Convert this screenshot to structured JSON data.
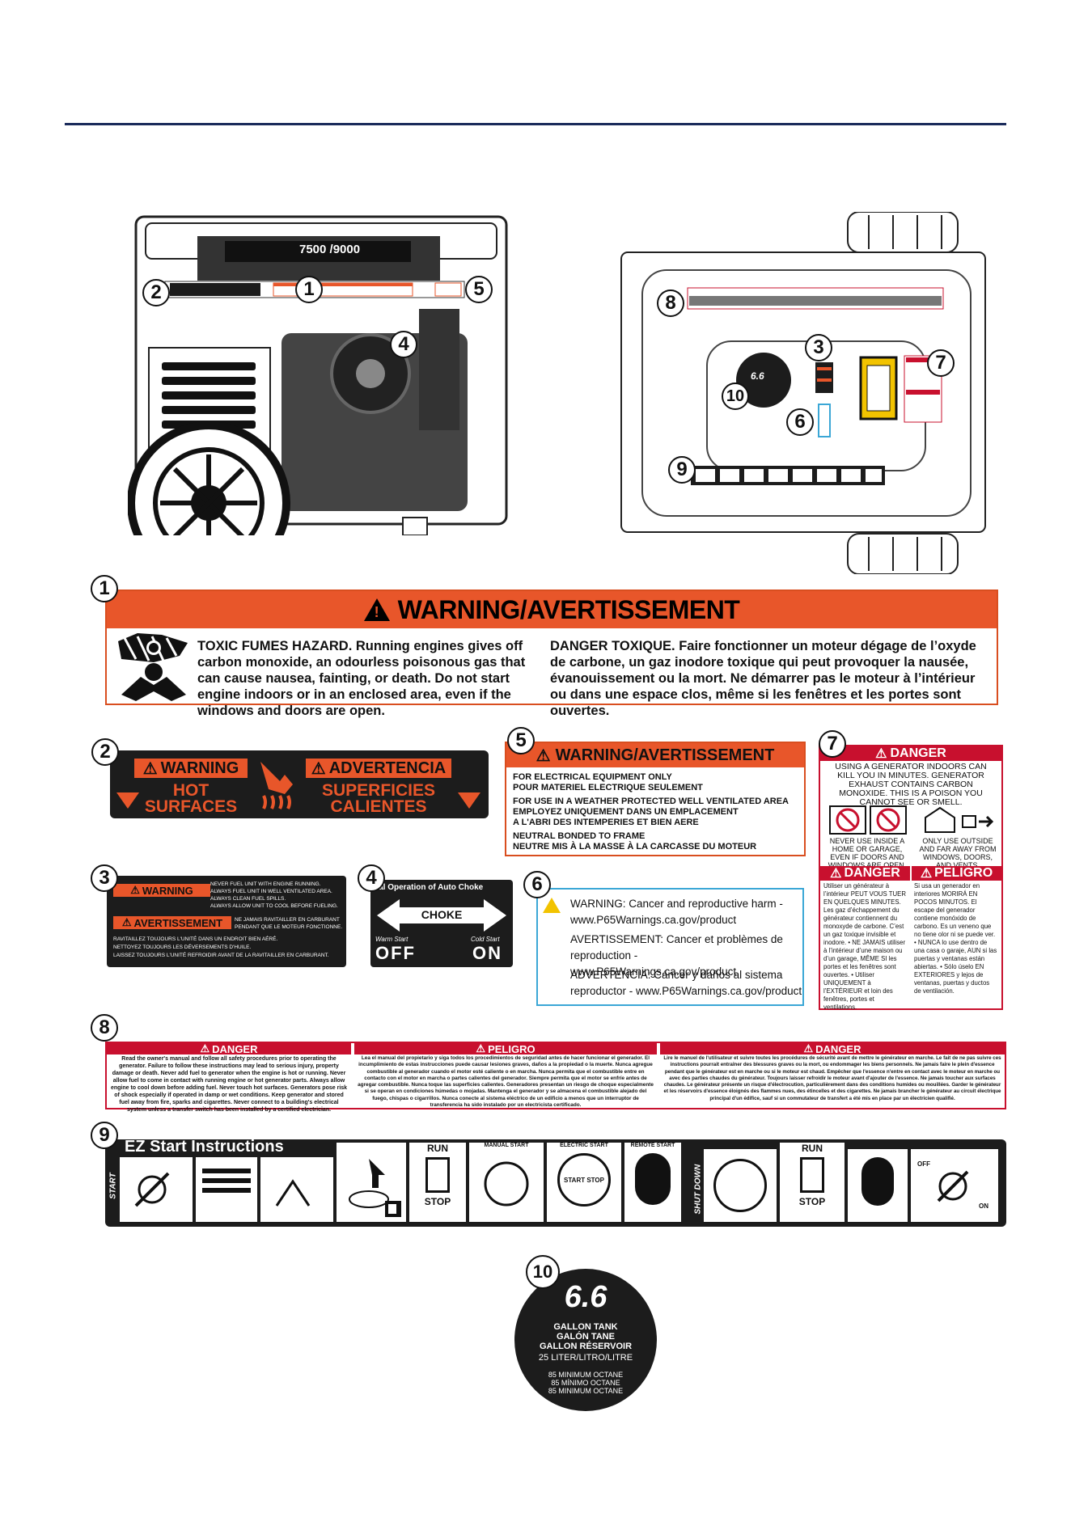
{
  "callouts": [
    "1",
    "2",
    "3",
    "4",
    "5",
    "6",
    "7",
    "8",
    "9",
    "10"
  ],
  "diagram": {
    "front_panel_text": "7500 /9000",
    "tank_cap_text": "6.6"
  },
  "label1": {
    "title": "WARNING/AVERTISSEMENT",
    "en": "TOXIC FUMES HAZARD. Running engines gives off carbon monoxide, an odourless poisonous gas that can cause nausea, fainting, or death. Do not start engine indoors or in an enclosed area, even if the windows and doors are open.",
    "fr": "DANGER TOXIQUE. Faire fonctionner un moteur dégage de l’oxyde de carbone, un gaz inodore toxique qui peut provoquer la nausée, évanouissement ou la mort. Ne démarrer pas le moteur à l’intérieur ou dans une espace clos, même si les fenêtres et les portes sont ouvertes."
  },
  "label2": {
    "warning": "WARNING",
    "hot1": "HOT",
    "hot2": "SURFACES",
    "advertencia": "ADVERTENCIA",
    "sup1": "SUPERFICIES",
    "sup2": "CALIENTES"
  },
  "label5": {
    "title": "WARNING/AVERTISSEMENT",
    "lines": [
      "FOR ELECTRICAL EQUIPMENT ONLY",
      "POUR MATERIEL ELECTRIQUE SEULEMENT",
      "FOR USE IN A WEATHER PROTECTED WELL VENTILATED AREA",
      "EMPLOYEZ UNIQUEMENT DANS UN EMPLACEMENT",
      "A L'ABRI DES INTEMPERIES ET BIEN AERE",
      "NEUTRAL BONDED TO FRAME",
      "NEUTRE MIS À LA MASSE À LA CARCASSE DU MOTEUR"
    ]
  },
  "label7": {
    "danger": "DANGER",
    "intro": "USING A GENERATOR INDOORS CAN KILL YOU IN MINUTES. GENERATOR EXHAUST CONTAINS CARBON MONOXIDE. THIS IS A POISON YOU CANNOT SEE OR SMELL.",
    "never": "NEVER USE INSIDE A HOME OR GARAGE, EVEN IF DOORS AND WINDOWS ARE OPEN.",
    "only": "ONLY USE OUTSIDE AND FAR AWAY FROM WINDOWS, DOORS, AND VENTS.",
    "danger_fr": "DANGER",
    "peligro": "PELIGRO",
    "fr_text": "Utiliser un générateur à l’intérieur PEUT VOUS TUER EN QUELQUES MINUTES. Les gaz d’échappement du générateur contiennent du monoxyde de carbone. C’est un gaz toxique invisible et inodore. • NE JAMAIS utiliser à l’intérieur d’une maison ou d’un garage, MÊME SI les portes et les fenêtres sont ouvertes. • Utiliser UNIQUEMENT à l’EXTÉRIEUR et loin des fenêtres, portes et ventilations.",
    "es_text": "Si usa un generador en interiores MORIRÁ EN POCOS MINUTOS. El escape del generador contiene monóxido de carbono. Es un veneno que no tiene olor ni se puede ver. • NUNCA lo use dentro de una casa o garaje, AUN si las puertas y ventanas están abiertas. • Sólo úselo EN EXTERIORES y lejos de ventanas, puertas y ductos de ventilación."
  },
  "label3": {
    "warning": "WARNING",
    "avertissement": "AVERTISSEMENT",
    "en_lines": [
      "NEVER FUEL UNIT WITH ENGINE RUNNING.",
      "ALWAYS FUEL UNIT IN WELL VENTILATED AREA.",
      "ALWAYS CLEAN FUEL SPILLS.",
      "ALWAYS ALLOW UNIT TO COOL BEFORE FUELING."
    ],
    "fr_lines": [
      "NE JAMAIS RAVITAILLER EN CARBURANT",
      "PENDANT QUE LE MOTEUR FONCTIONNE."
    ],
    "fr_bottom": [
      "RAVITAILLEZ TOUJOURS L'UNITÉ DANS UN ENDROIT BIEN AÉRÉ.",
      "NETTOYEZ TOUJOURS LES DÉVERSEMENTS D'HUILE.",
      "LAISSEZ TOUJOURS L'UNITÉ REFROIDIR AVANT DE LA RAVITAILLER EN CARBURANT."
    ]
  },
  "label4": {
    "title": "ual Operation of Auto Choke",
    "choke": "CHOKE",
    "warm": "Warm Start",
    "cold": "Cold Start",
    "off": "OFF",
    "on": "ON"
  },
  "label6": {
    "p1a": "WARNING: Cancer and reproductive harm -",
    "p1b": "www.P65Warnings.ca.gov/product",
    "p2a": "AVERTISSEMENT: Cancer et problèmes de",
    "p2b": "reproduction - www.P65Warnings.ca.gov/product",
    "p3a": "ADVERTENCIA: Cáncer y daños al sistema",
    "p3b": "reproductor - www.P65Warnings.ca.gov/product"
  },
  "label8": {
    "h1": "DANGER",
    "h2": "PELIGRO",
    "h3": "DANGER",
    "en": "Read the owner's manual and follow all safety procedures prior to operating the generator. Failure to follow these instructions may lead to serious injury, property damage or death. Never add fuel to generator when the engine is hot or running. Never allow fuel to come in contact with running engine or hot generator parts. Always allow engine to cool down before adding fuel. Never touch hot surfaces. Generators pose risk of shock especially if operated in damp or wet conditions. Keep generator and stored fuel away from fire, sparks and cigarettes. Never connect to a building's electrical system unless a transfer switch has been installed by a certified electrician.",
    "es": "Lea el manual del propietario y siga todos los procedimientos de seguridad antes de hacer funcionar el generador. El incumplimiento de estas instrucciones puede causar lesiones graves, daños a la propiedad o la muerte. Nunca agregue combustible al generador cuando el motor esté caliente o en marcha. Nunca permita que el combustible entre en contacto con el motor en marcha o partes calientes del generador. Siempre permita que el motor se enfríe antes de agregar combustible. Nunca toque las superficies calientes. Generadores presentan un riesgo de choque especialmente si se operan en condiciones húmedas o mojadas. Mantenga el generador y se almacena el combustible alejado del fuego, chispas o cigarrillos. Nunca conecte al sistema eléctrico de un edificio a menos que un interruptor de transferencia ha sido instalado por un electricista certificado.",
    "fr": "Lire le manuel de l'utilisateur et suivre toutes les procédures de sécurité avant de mettre le générateur en marche. Le fait de ne pas suivre ces instructions pourrait entraîner des blessures graves ou la mort, ou endommager les biens personnels. Ne jamais faire le plein d'essence pendant que le générateur est en marche ou si le moteur est chaud. Empêcher que l'essence n'entre en contact avec le moteur en marche ou avec des parties chaudes du générateur. Toujours laisser refroidir le moteur avant d'ajouter de l'essence. Ne jamais toucher aux surfaces chaudes. Le générateur présente un risque d'électrocution, particulièrement dans des conditions humides ou mouillées. Garder le générateur et les réservoirs d'essence éloignés des flammes nues, des étincelles et des cigarettes. Ne jamais brancher le générateur au circuit électrique principal d'un édifice, sauf si un commutateur de transfert a été mis en place par un électricien qualifié."
  },
  "label9": {
    "title": "EZ Start Instructions",
    "start": "START",
    "run": "RUN",
    "stop": "STOP",
    "manual": "MANUAL START",
    "electric": "ELECTRIC START",
    "remote": "REMOTE START",
    "shutdown": "SHUT DOWN",
    "run2": "RUN",
    "stop2": "STOP",
    "btn": "START STOP",
    "off": "OFF",
    "on": "ON"
  },
  "label10": {
    "big": "6.6",
    "l1": "GALLON TANK",
    "l2": "GALÓN TANE",
    "l3": "GALLON RÉSERVOIR",
    "l4": "25 LITER/LITRO/LITRE",
    "o1": "85 MINIMUM OCTANE",
    "o2": "85 MÍNIMO OCTANE",
    "o3": "85 MINIMUM OCTANE"
  },
  "colors": {
    "orange": "#e8562a",
    "red": "#c8102e",
    "navy": "#1a2a5a",
    "blue": "#3ba7d6"
  }
}
